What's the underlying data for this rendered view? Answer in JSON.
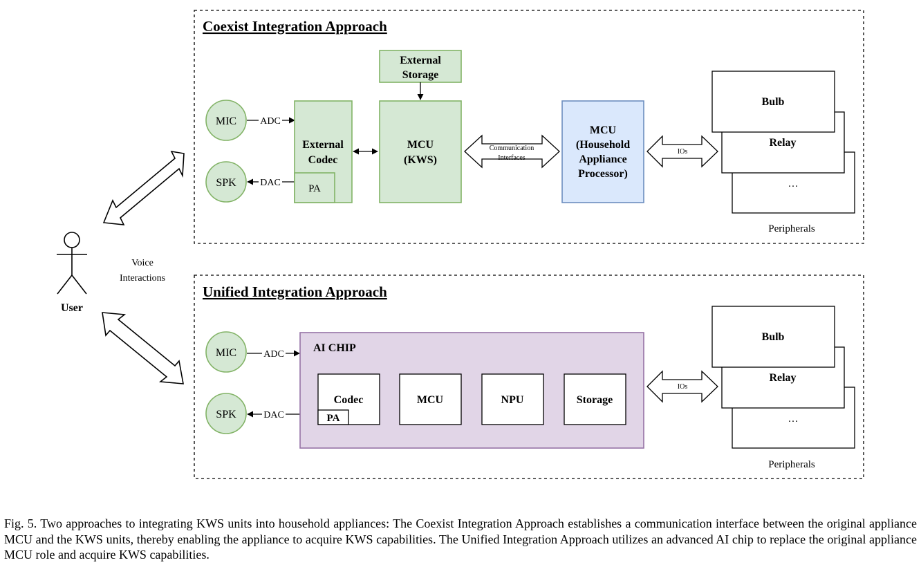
{
  "colors": {
    "green_fill": "#d5e8d4",
    "green_stroke": "#82b366",
    "blue_fill": "#dae8fc",
    "blue_stroke": "#6c8ebf",
    "purple_fill": "#e1d5e7",
    "purple_stroke": "#9673a6"
  },
  "user": {
    "label": "User",
    "voice_line1": "Voice",
    "voice_line2": "Interactions"
  },
  "coexist": {
    "title": "Coexist Integration Approach",
    "mic": "MIC",
    "spk": "SPK",
    "adc": "ADC",
    "dac": "DAC",
    "codec_line1": "External",
    "codec_line2": "Codec",
    "pa": "PA",
    "storage_line1": "External",
    "storage_line2": "Storage",
    "mcu_kws_line1": "MCU",
    "mcu_kws_line2": "(KWS)",
    "comm_line1": "Communication",
    "comm_line2": "Interfaces",
    "mcu_house_line1": "MCU",
    "mcu_house_line2": "(Household",
    "mcu_house_line3": "Appliance",
    "mcu_house_line4": "Processor)",
    "ios": "IOs",
    "peripherals": [
      "Bulb",
      "Relay",
      "…"
    ],
    "peripherals_label": "Peripherals"
  },
  "unified": {
    "title": "Unified Integration Approach",
    "mic": "MIC",
    "spk": "SPK",
    "adc": "ADC",
    "dac": "DAC",
    "ai_chip": "AI CHIP",
    "codec": "Codec",
    "pa": "PA",
    "mcu": "MCU",
    "npu": "NPU",
    "storage": "Storage",
    "ios": "IOs",
    "peripherals": [
      "Bulb",
      "Relay",
      "…"
    ],
    "peripherals_label": "Peripherals"
  },
  "caption": "Fig. 5.  Two approaches to integrating KWS units into household appliances: The Coexist Integration Approach establishes a communication interface between the original appliance MCU and the KWS units, thereby enabling the appliance to acquire KWS capabilities. The Unified Integration Approach utilizes an advanced AI chip to replace the original appliance MCU role and acquire KWS capabilities."
}
